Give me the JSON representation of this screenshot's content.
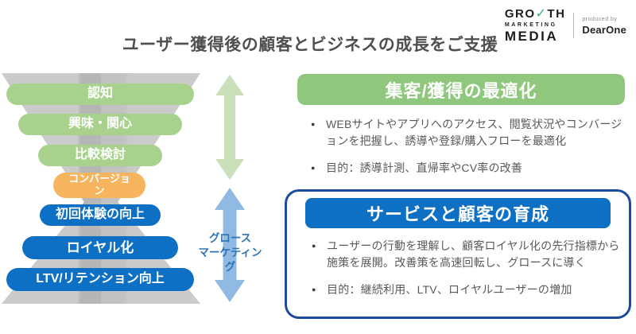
{
  "page": {
    "title": "ユーザー獲得後の顧客とビジネスの成長をご支援"
  },
  "logo": {
    "growth_pre": "GRO",
    "check_glyph": "✓",
    "growth_post": "TH",
    "marketing": "MARKETING",
    "media": "MEDIA",
    "produced_by": "produced by",
    "brand": "DearOne"
  },
  "funnel": {
    "stages": [
      {
        "label": "認知",
        "color": "#a9d18e"
      },
      {
        "label": "興味・関心",
        "color": "#a9d18e"
      },
      {
        "label": "比較検討",
        "color": "#a9d18e"
      },
      {
        "label": "コンバージョン",
        "color": "#f6b45e"
      },
      {
        "label": "初回体験の向上",
        "color": "#0d70c4"
      },
      {
        "label": "ロイヤル化",
        "color": "#0d70c4"
      },
      {
        "label": "LTV/リテンション向上",
        "color": "#0d70c4"
      }
    ],
    "axis_label": "グロース\nマーケティン\nグ"
  },
  "sections": {
    "acquisition": {
      "title": "集客/獲得の最適化",
      "bullets": [
        "WEBサイトやアプリへのアクセス、閲覧状況やコンバージョンを把握し、誘導や登録/購入フローを最適化",
        "目的：誘導計測、直帰率やCV率の改善"
      ]
    },
    "nurture": {
      "title": "サービスと顧客の育成",
      "bullets": [
        "ユーザーの行動を理解し、顧客ロイヤル化の先行指標から施策を展開。改善策を高速回転し、グロースに導く",
        "目的：継続利用、LTV、ロイヤルユーザーの増加"
      ]
    }
  },
  "glyphs": {
    "bullet": "●"
  },
  "theme": {
    "green_light": "#a9d18e",
    "green_header": "#8fc87d",
    "orange": "#f6b45e",
    "blue": "#0d70c4",
    "blue_border": "#1c4b9e",
    "arrow_green": "#c9e0bb",
    "arrow_blue": "#90b9e4",
    "funnel_gray": "#c3c3c3",
    "body_text": "#595959",
    "title_text": "#4f4f4f",
    "axis_text": "#2e74b5",
    "check_green": "#2eb069"
  }
}
